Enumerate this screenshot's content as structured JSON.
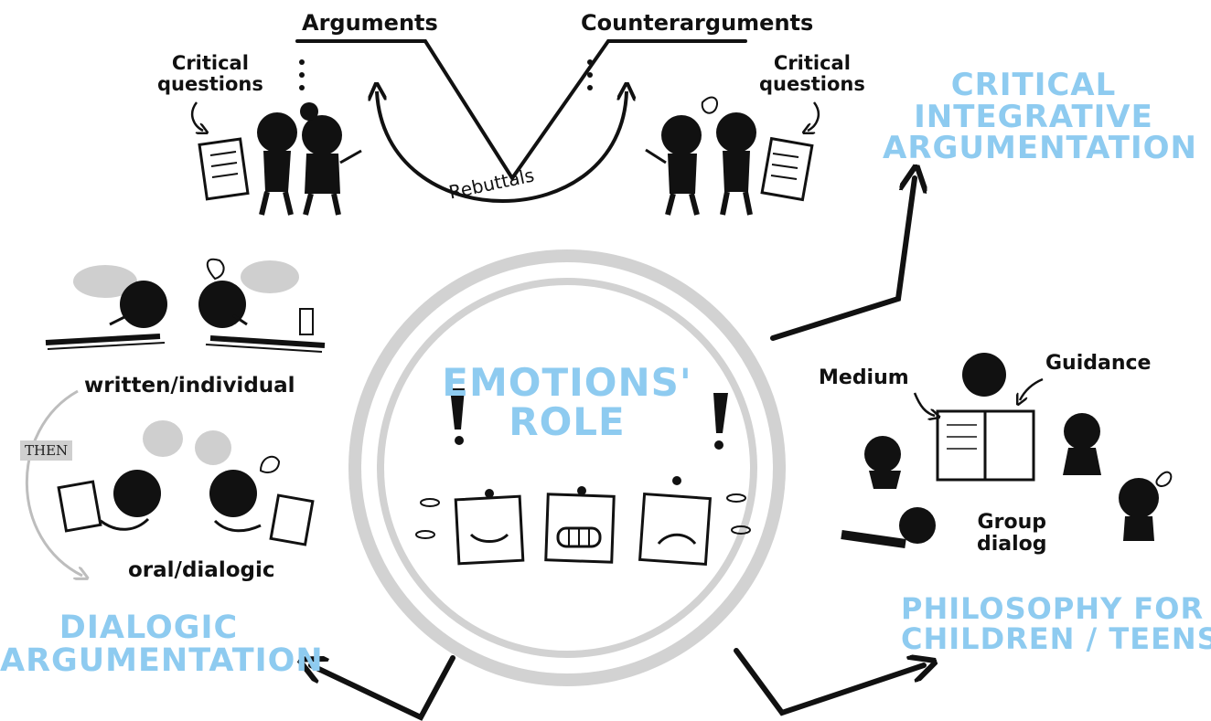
{
  "top": {
    "arguments": "Arguments",
    "counterarguments": "Counterarguments",
    "critical_questions_left": [
      "Critical",
      "questions"
    ],
    "critical_questions_right": [
      "Critical",
      "questions"
    ],
    "rebuttals": "Rebuttals"
  },
  "center": {
    "title_lines": [
      "EMOTIONS'",
      "ROLE"
    ]
  },
  "left": {
    "written": "written/individual",
    "then": "THEN",
    "oral": "oral/dialogic",
    "title_lines": [
      "DIALOGIC",
      "ARGUMENTATION"
    ]
  },
  "right": {
    "title_lines": [
      "CRITICAL",
      "INTEGRATIVE",
      "ARGUMENTATION"
    ],
    "medium": "Medium",
    "guidance": "Guidance",
    "group_dialog": [
      "Group",
      "dialog"
    ],
    "p4c_lines": [
      "PHILOSOPHY FOR",
      "CHILDREN / TEENS"
    ]
  },
  "colors": {
    "accent_blue": "#8ecbf0",
    "ink": "#111111",
    "ring_gray": "#d2d2d2"
  }
}
